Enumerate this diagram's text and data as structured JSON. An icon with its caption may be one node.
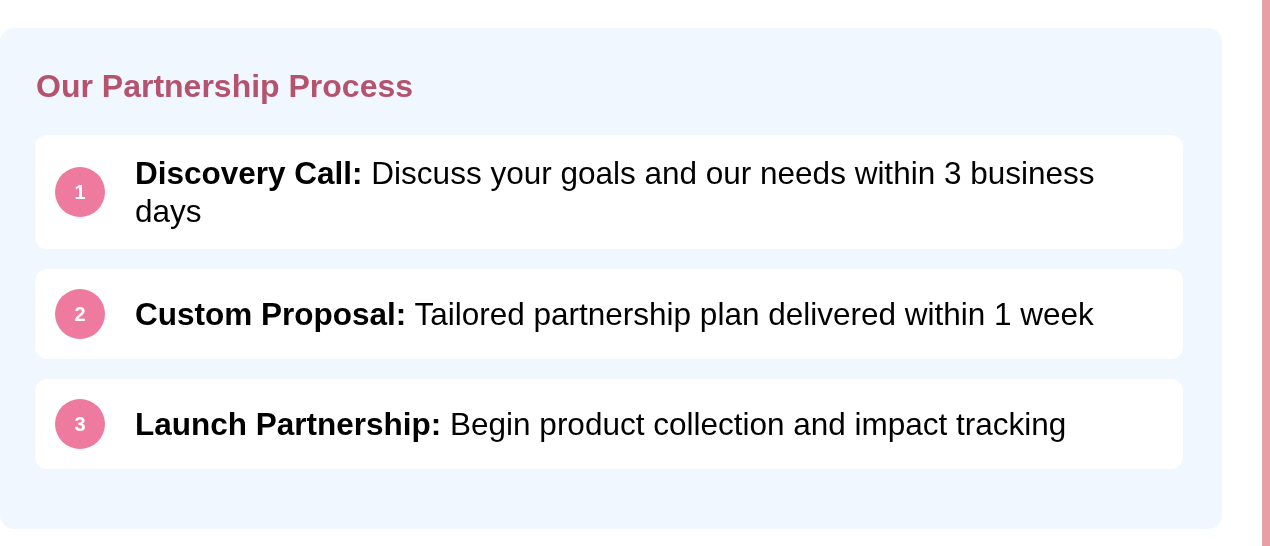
{
  "diagram": {
    "nodes": [
      {
        "text": [
          "Our Partnership Process"
        ]
      },
      {
        "text": [
          "**Discovery Call:** Discuss your goals and our needs within 3 business days"
        ],
        "in": 0
      },
      {
        "text": [
          "1"
        ],
        "in": 1
      },
      {
        "text": [
          "**Custom Proposal:** Tailored partnership plan delivered within 1 week"
        ],
        "in": 0
      },
      {
        "text": [
          "2"
        ],
        "in": 3
      },
      {
        "text": [
          "**Launch Partnership:** Begin product collection and impact tracking"
        ],
        "in": 0
      },
      {
        "text": [
          "3"
        ],
        "in": 5
      }
    ]
  }
}
